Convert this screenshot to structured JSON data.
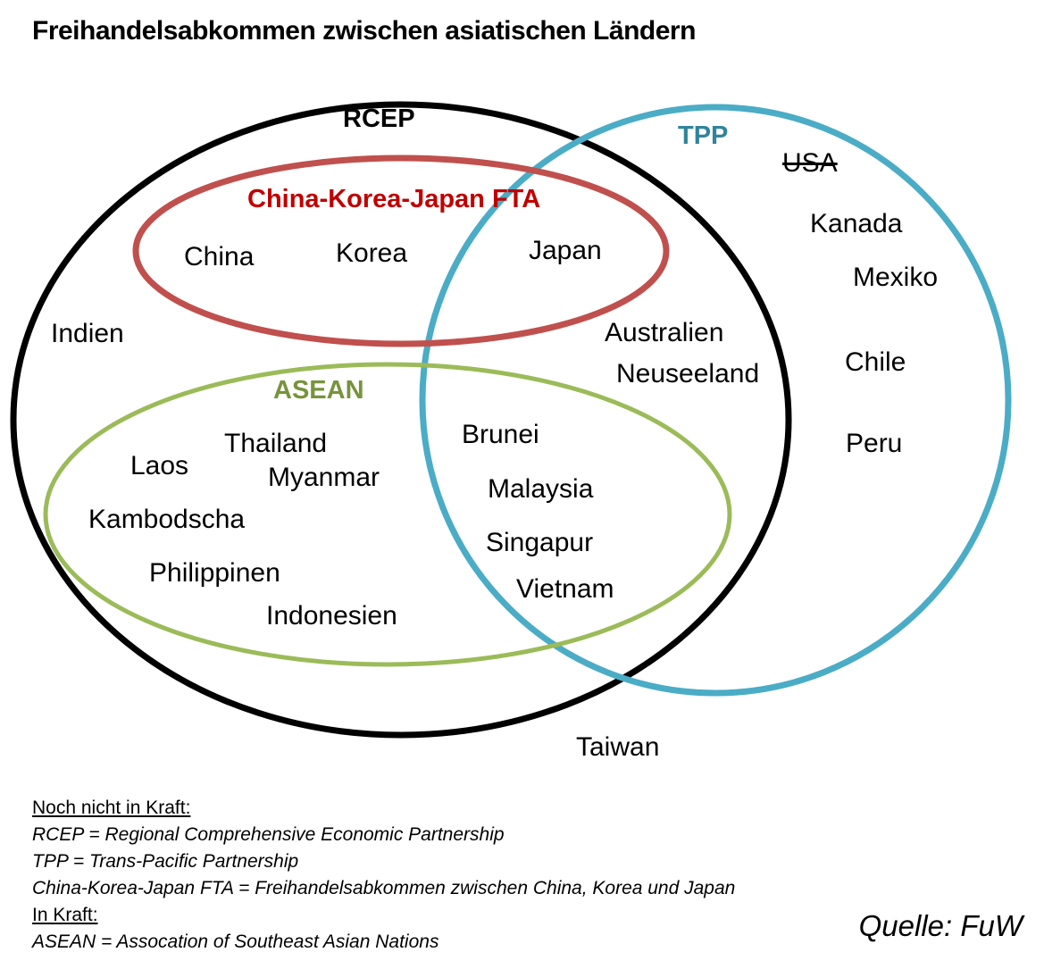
{
  "title": "Freihandelsabkommen zwischen asiatischen Ländern",
  "sets": {
    "rcep": {
      "label": "RCEP",
      "color": "#000000"
    },
    "tpp": {
      "label": "TPP",
      "color": "#4bacc6"
    },
    "ckj": {
      "label": "China-Korea-Japan FTA",
      "color": "#c0504d"
    },
    "asean": {
      "label": "ASEAN",
      "color": "#9bbb59"
    }
  },
  "countries": {
    "usa": "USA",
    "kanada": "Kanada",
    "mexiko": "Mexiko",
    "chile": "Chile",
    "peru": "Peru",
    "china": "China",
    "korea": "Korea",
    "japan": "Japan",
    "indien": "Indien",
    "australien": "Australien",
    "neuseeland": "Neuseeland",
    "thailand": "Thailand",
    "laos": "Laos",
    "myanmar": "Myanmar",
    "kambodscha": "Kambodscha",
    "philippinen": "Philippinen",
    "indonesien": "Indonesien",
    "brunei": "Brunei",
    "malaysia": "Malaysia",
    "singapur": "Singapur",
    "vietnam": "Vietnam",
    "taiwan": "Taiwan"
  },
  "legend": {
    "heading_pending": "Noch nicht in Kraft:",
    "rcep": "RCEP = Regional Comprehensive Economic Partnership",
    "tpp": "TPP = Trans-Pacific Partnership",
    "ckj": "China-Korea-Japan FTA = Freihandelsabkommen zwischen China, Korea und Japan",
    "heading_active": "In Kraft:",
    "asean": "ASEAN = Assocation of Southeast Asian Nations"
  },
  "source": "Quelle: FuW"
}
